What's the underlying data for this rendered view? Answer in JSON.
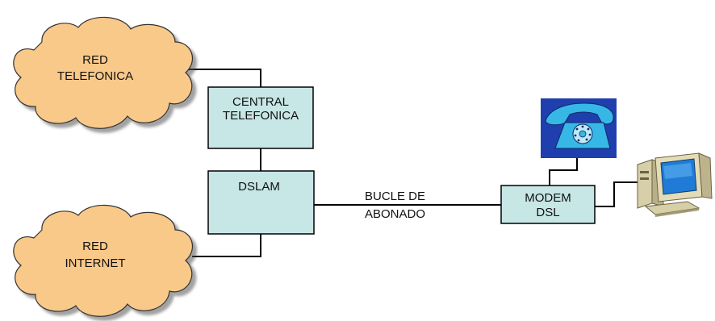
{
  "clouds": {
    "telefonica": {
      "line1": "RED",
      "line2": "TELEFONICA"
    },
    "internet": {
      "line1": "RED",
      "line2": "INTERNET"
    }
  },
  "boxes": {
    "central": {
      "line1": "CENTRAL",
      "line2": "TELEFONICA"
    },
    "dslam": {
      "line1": "DSLAM"
    },
    "modem": {
      "line1": "MODEM",
      "line2": "DSL"
    }
  },
  "link": {
    "line1": "BUCLE DE",
    "line2": "ABONADO"
  },
  "devices": {
    "phone": "phone-icon",
    "computer": "computer-icon"
  },
  "colors": {
    "cloud_fill": "#f9c98a",
    "box_fill": "#c7e6e6",
    "line": "#000000",
    "phone_bg": "#1f3fae",
    "phone_body": "#37b7e6"
  }
}
